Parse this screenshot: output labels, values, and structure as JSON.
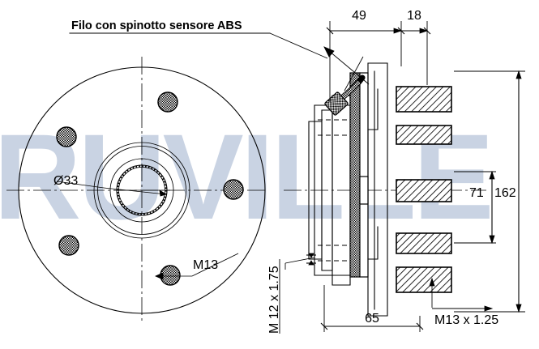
{
  "drawing": {
    "title_note": "Filo con spinotto sensore ABS",
    "watermark": "RUVILLE",
    "brand_color": "#c9d3e3",
    "line_color": "#000000",
    "background_color": "#ffffff"
  },
  "front_view": {
    "name": "hub-flange-front-view",
    "bore_label": "Ø33",
    "stud_label": "M13"
  },
  "section_view": {
    "name": "hub-bearing-section-view",
    "thread_label_left": "M 12 x 1.75",
    "thread_label_right": "M13 x 1.25"
  },
  "dimensions": {
    "top": [
      {
        "id": "dim-49",
        "value": "49"
      },
      {
        "id": "dim-18",
        "value": "18"
      }
    ],
    "right": [
      {
        "id": "dim-71",
        "value": "71"
      },
      {
        "id": "dim-162",
        "value": "162"
      }
    ],
    "bottom": [
      {
        "id": "dim-65",
        "value": "65"
      }
    ]
  }
}
